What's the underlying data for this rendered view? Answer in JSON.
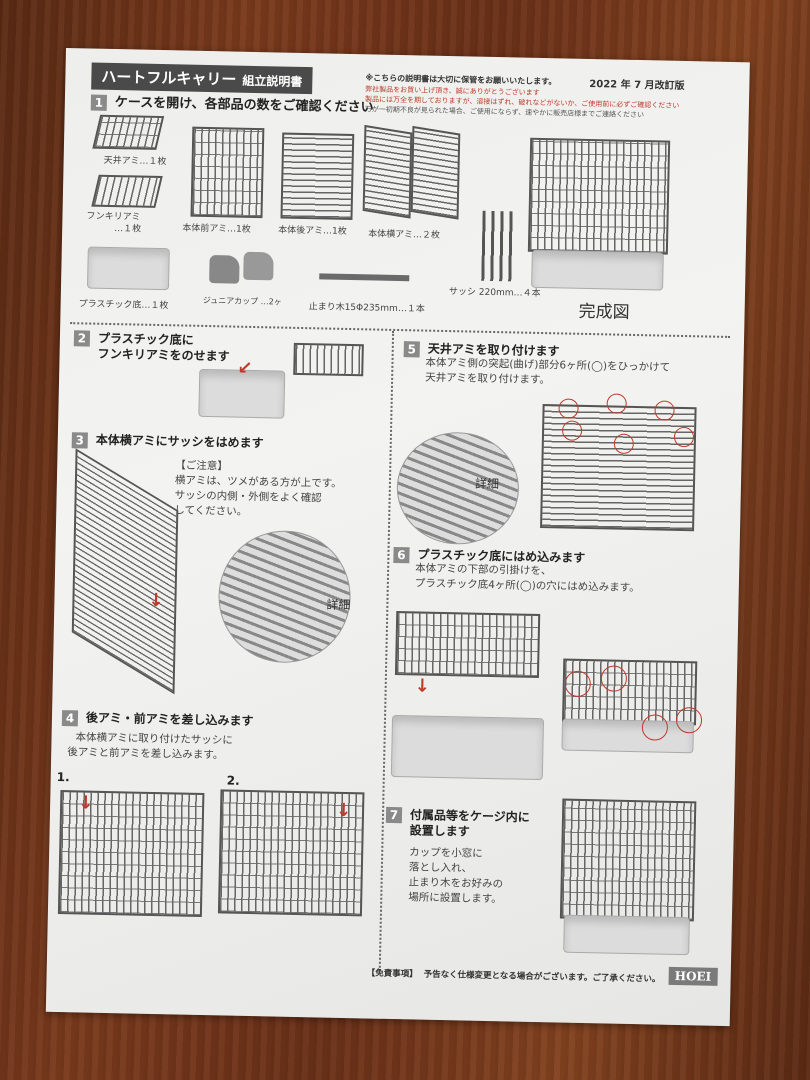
{
  "header": {
    "title": "ハートフルキャリー",
    "subtitle": "組立説明書",
    "revision": "2022 年 7 月改訂版",
    "notice": "※こちらの説明書は大切に保管をお願いいたします。",
    "notice_lines": [
      "弊社製品をお買い上げ頂き、誠にありがとうございます",
      "製品には万全を期しておりますが、溶接はずれ、破れなどがないか、ご使用前に必ずご確認ください",
      "万が一初期不良が見られた場合、ご使用にならず、速やかに販売店様までご連絡ください"
    ]
  },
  "steps": [
    {
      "num": "1",
      "title": "ケースを開け、各部品の数をご確認ください"
    },
    {
      "num": "2",
      "title": "プラスチック底に",
      "title2": "フンキリアミをのせます"
    },
    {
      "num": "3",
      "title": "本体横アミにサッシをはめます",
      "caution_head": "【ご注意】",
      "caution": [
        "横アミは、ツメがある方が上です。",
        "サッシの内側・外側をよく確認",
        "してください。"
      ],
      "detail": "詳細"
    },
    {
      "num": "4",
      "title": "後アミ・前アミを差し込みます",
      "text": [
        "本体横アミに取り付けたサッシに",
        "後アミと前アミを差し込みます。"
      ],
      "sub1": "1.",
      "sub2": "2."
    },
    {
      "num": "5",
      "title": "天井アミを取り付けます",
      "text": [
        "本体アミ側の突起(曲げ)部分6ヶ所(◯)をひっかけて",
        "天井アミを取り付けます。"
      ],
      "detail": "詳細"
    },
    {
      "num": "6",
      "title": "プラスチック底にはめ込みます",
      "text": [
        "本体アミの下部の引掛けを、",
        "プラスチック底4ヶ所(◯)の穴にはめ込みます。"
      ]
    },
    {
      "num": "7",
      "title": "付属品等をケージ内に",
      "title2": "設置します",
      "text": [
        "カップを小窓に",
        "落とし入れ、",
        "止まり木をお好みの",
        "場所に設置します。"
      ]
    }
  ],
  "parts": [
    {
      "label": "天井アミ…１枚"
    },
    {
      "label": "フンキリアミ"
    },
    {
      "label": "…１枚"
    },
    {
      "label": "本体前アミ…1枚"
    },
    {
      "label": "本体後アミ…1枚"
    },
    {
      "label": "本体横アミ…２枚"
    },
    {
      "label": "プラスチック底…１枚"
    },
    {
      "label": "ジュニアカップ …2ヶ"
    },
    {
      "label": "止まり木15Φ235mm…１本"
    },
    {
      "label": "サッシ 220mm…４本"
    }
  ],
  "completed_label": "完成図",
  "footer": {
    "disclaimer_head": "【免責事項】",
    "disclaimer": "予告なく仕様変更となる場合がございます。ご了承ください。",
    "brand": "HOEI"
  },
  "colors": {
    "accent_red": "#c0392b",
    "step_badge": "#8a8a8a",
    "title_bar": "#4a4a4a"
  }
}
